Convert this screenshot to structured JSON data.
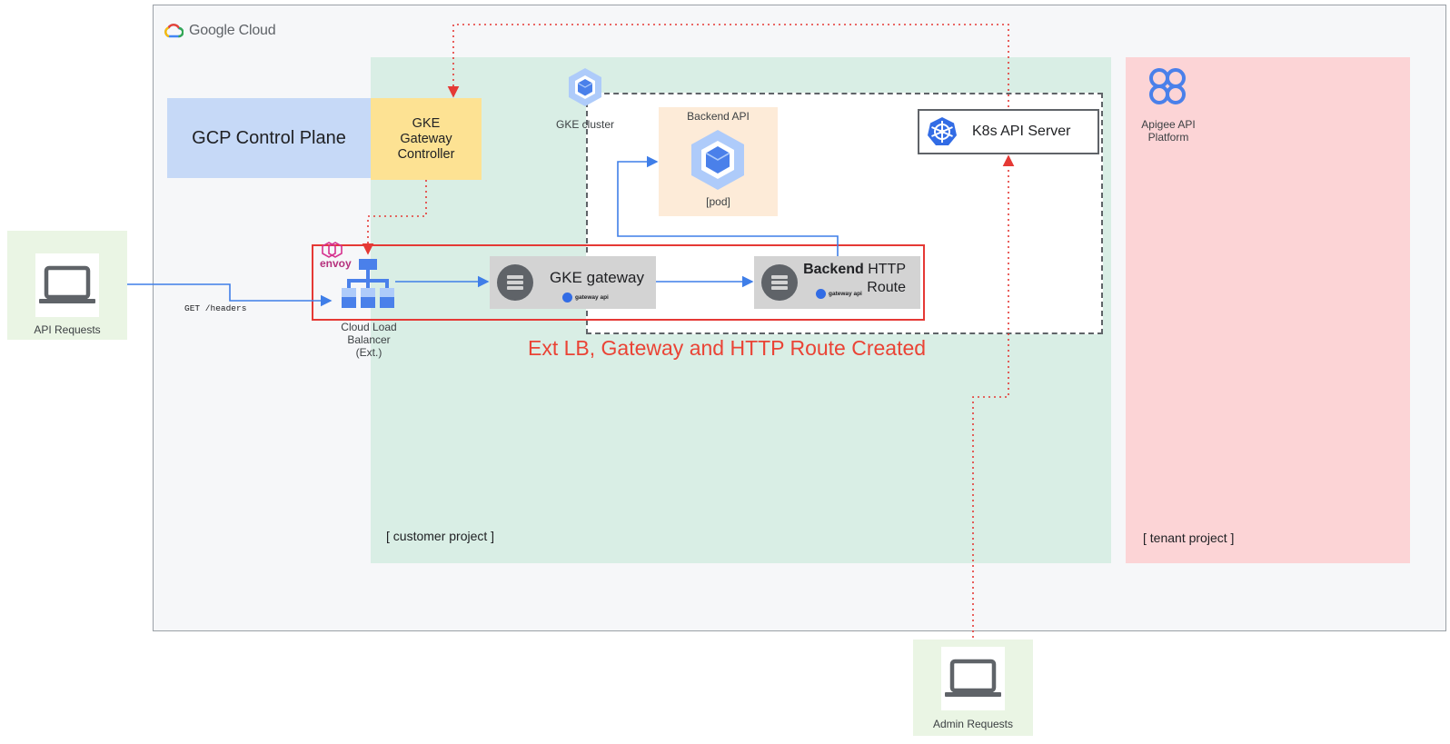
{
  "google_cloud": {
    "logo_text": "Google Cloud"
  },
  "control_plane": {
    "label": "GCP Control Plane"
  },
  "gke_controller": {
    "label": "GKE\nGateway\nController"
  },
  "gke_cluster": {
    "label": "GKE cluster"
  },
  "backend_api": {
    "title": "Backend API",
    "pod_label": "[pod]"
  },
  "k8s_api_server": {
    "label": "K8s API Server"
  },
  "apigee": {
    "label": "Apigee API\nPlatform"
  },
  "envoy": {
    "label": "envoy"
  },
  "load_balancer": {
    "label": "Cloud Load\nBalancer\n(Ext.)"
  },
  "gke_gateway": {
    "label": "GKE gateway",
    "badge": "gateway api"
  },
  "http_route": {
    "bold": "Backend",
    "rest": "HTTP",
    "line2": "Route",
    "badge": "gateway api"
  },
  "banner": {
    "text": "Ext LB, Gateway and HTTP Route Created"
  },
  "customer_project": {
    "label": "[ customer project ]"
  },
  "tenant_project": {
    "label": "[ tenant project ]"
  },
  "api_requests": {
    "label": "API Requests",
    "request_text": "GET /headers"
  },
  "admin_requests": {
    "label": "Admin Requests"
  },
  "colors": {
    "arrow_blue": "#3f7ee8",
    "dotted_red": "#e53935",
    "banner_red": "#ea4335"
  }
}
